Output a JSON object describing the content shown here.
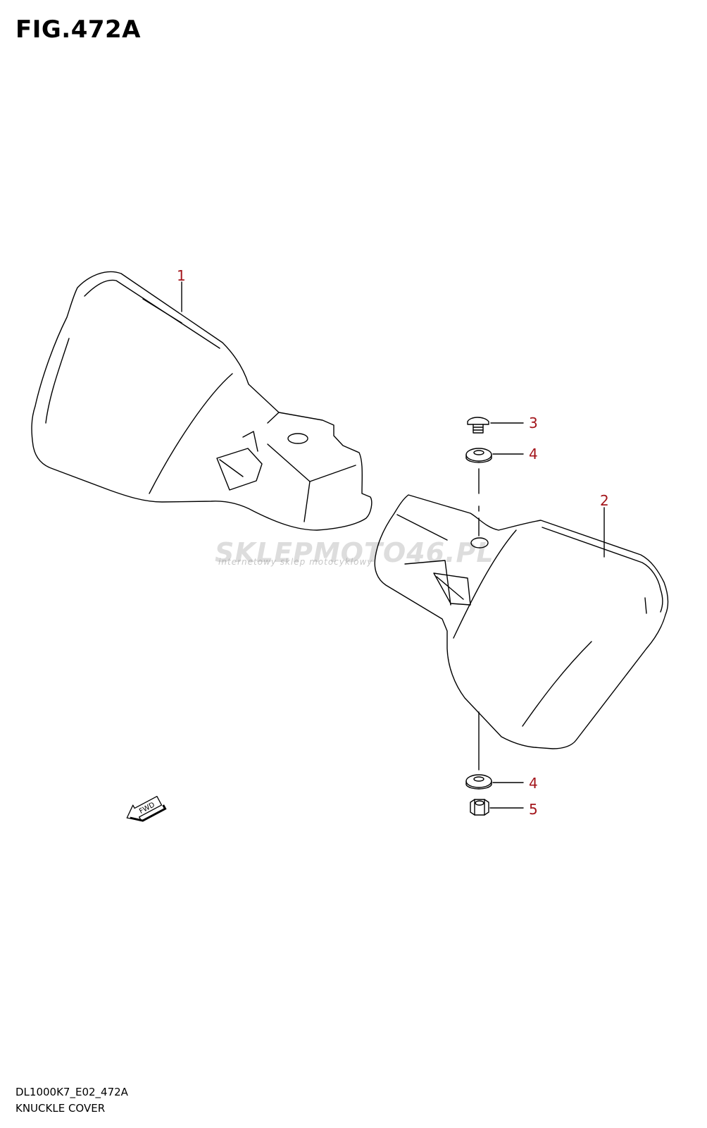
{
  "figure": {
    "title": "FIG.472A"
  },
  "callouts": [
    {
      "label": "1",
      "part": "knuckle cover left"
    },
    {
      "label": "2",
      "part": "knuckle cover right"
    },
    {
      "label": "3",
      "part": "screw"
    },
    {
      "label": "4",
      "part": "washer upper"
    },
    {
      "label": "4",
      "part": "washer lower"
    },
    {
      "label": "5",
      "part": "nut"
    }
  ],
  "fwd_arrow": {
    "text": "FWD"
  },
  "watermark": {
    "text": "SKLEPMOTO46.PL",
    "subtitle": "internetowy sklep motocyklowy"
  },
  "footer": {
    "code": "DL1000K7_E02_472A",
    "caption": "KNUCKLE COVER"
  },
  "colors": {
    "callout": "#a3151b",
    "line": "#000000"
  }
}
